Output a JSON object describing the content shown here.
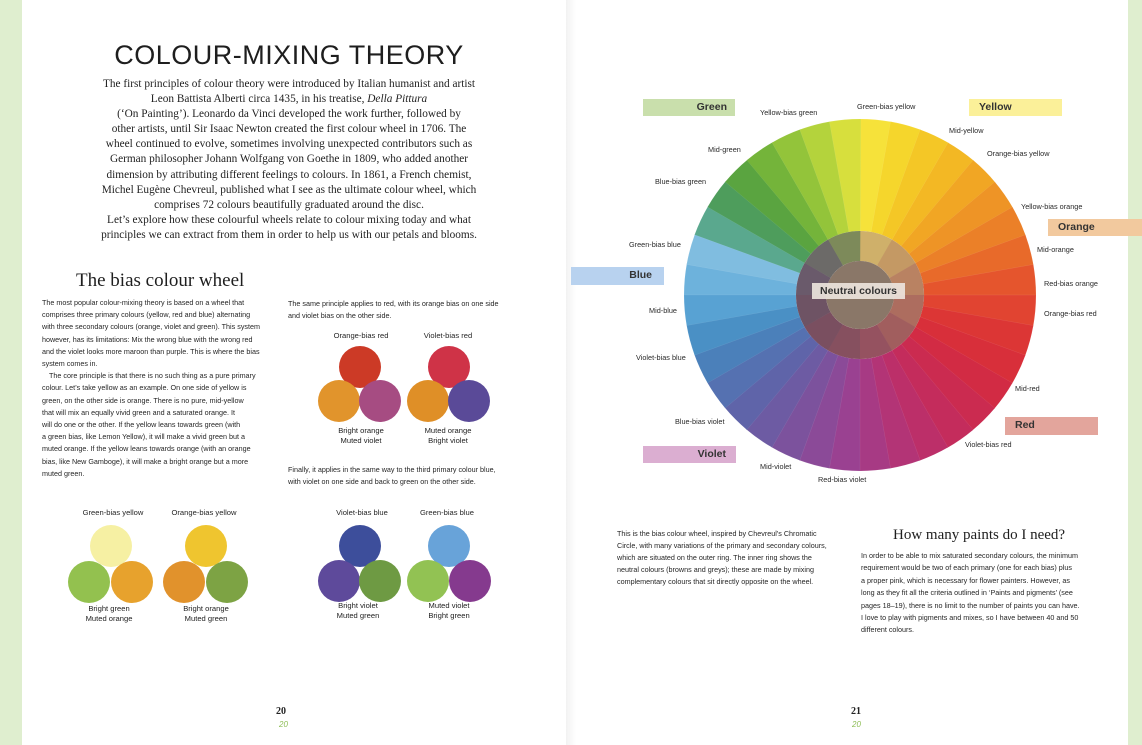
{
  "title": "COLOUR-MIXING THEORY",
  "intro": {
    "line_01": "The first principles of colour theory were introduced by Italian humanist and artist",
    "line_02a": "Leon Battista Alberti circa 1435, in his treatise, ",
    "line_02b": "Della Pittura",
    "line_03": "(‘On Painting’). Leonardo da Vinci developed the work further, followed by",
    "line_04": "other artists, until Sir Isaac Newton created the first colour wheel in 1706. The",
    "line_05": "wheel continued to evolve, sometimes involving unexpected contributors such as",
    "line_06": "German philosopher Johann Wolfgang von Goethe in 1809, who added another",
    "line_07": "dimension by attributing different feelings to colours. In 1861, a French chemist,",
    "line_08": "Michel Eugène Chevreul, published what I see as the ultimate colour wheel, which",
    "line_09": "comprises 72 colours beautifully graduated around the disc.",
    "line_10": "Let’s explore how these colourful wheels relate to colour mixing today and what",
    "line_11": "principles we can extract from them in order to help us with our petals and blooms."
  },
  "bias_section": {
    "heading": "The bias colour wheel",
    "col1_lines": [
      "The most popular colour-mixing theory is based on a wheel that",
      "comprises three primary colours (yellow, red and blue) alternating",
      "with three secondary colours (orange, violet and green). This system",
      "however, has its limitations: Mix the wrong blue with the wrong red",
      "and the violet looks more maroon than purple. This is where the bias",
      "system comes in.",
      "The core principle is that there is no such thing as a pure primary",
      "colour. Let’s take yellow as an example. On one side of yellow is",
      "green, on the other side is orange. There is no pure, mid-yellow",
      "that will mix an equally vivid green and a saturated orange. It",
      "will do one or the other. If the yellow leans towards green (with",
      "a green bias, like Lemon Yellow), it will make a vivid green but a",
      "muted orange. If the yellow leans towards orange (with an orange",
      "bias, like New Gamboge), it will make a bright orange but a more",
      "muted green."
    ],
    "col2_top_lines": [
      "The same principle applies to red, with its orange bias on one side",
      "and violet bias on the other side."
    ],
    "col2_bottom_lines": [
      "Finally, it applies in the same way to the third primary colour blue,",
      "with violet on one side and back to green on the other side."
    ]
  },
  "mixes": {
    "orange_bias_red": {
      "label": "Orange-bias red",
      "top": "#cc3a26",
      "left": "#e1942c",
      "right": "#a64c82",
      "cap1": "Bright orange",
      "cap2": "Muted violet"
    },
    "violet_bias_red": {
      "label": "Violet-bias red",
      "top": "#cf3347",
      "left": "#df8f27",
      "right": "#5a4a98",
      "cap1": "Muted orange",
      "cap2": "Bright violet"
    },
    "green_bias_yellow": {
      "label": "Green-bias yellow",
      "top": "#f6f0a3",
      "left": "#93c14f",
      "right": "#e7a22d",
      "cap1": "Bright green",
      "cap2": "Muted orange"
    },
    "orange_bias_yellow": {
      "label": "Orange-bias yellow",
      "top": "#efc52f",
      "left": "#e1922c",
      "right": "#7da344",
      "cap1": "Bright orange",
      "cap2": "Muted green"
    },
    "violet_bias_blue": {
      "label": "Violet-bias blue",
      "top": "#3d4e9b",
      "left": "#5e4a9b",
      "right": "#6e9a43",
      "cap1": "Bright violet",
      "cap2": "Muted green"
    },
    "green_bias_blue": {
      "label": "Green-bias blue",
      "top": "#68a3d9",
      "left": "#92c253",
      "right": "#853a8e",
      "cap1": "Muted violet",
      "cap2": "Bright green"
    }
  },
  "wheel": {
    "outer_colors": [
      "#f6e23a",
      "#f5d62c",
      "#f4c726",
      "#f3b824",
      "#f1a624",
      "#ee9426",
      "#eb8028",
      "#e86a2a",
      "#e5552d",
      "#e14431",
      "#dc3635",
      "#d82f3a",
      "#d22b44",
      "#cb2b50",
      "#c42c5c",
      "#bc2f69",
      "#b33476",
      "#a73a84",
      "#9a4191",
      "#8b4a98",
      "#7c529d",
      "#6d5ba3",
      "#5f64a9",
      "#5571b1",
      "#4b80ba",
      "#4a90c5",
      "#58a2d3",
      "#6db2dc",
      "#80bde0",
      "#5aa88e",
      "#4e9d5c",
      "#5aa440",
      "#74b43a",
      "#93c43a",
      "#b4d33c",
      "#d7df3d"
    ],
    "inner_colors": [
      "#cfb06a",
      "#c49964",
      "#b98262",
      "#ad6d5f",
      "#a15e5e",
      "#955260",
      "#86505f",
      "#7a4f60",
      "#6e5364",
      "#6a5a6b",
      "#6c6a68",
      "#7d8a5a"
    ],
    "center_color": "#8a7768",
    "neutral_label": "Neutral colours",
    "tags": {
      "green": "Green",
      "green_color": "#c9dfac",
      "yellow": "Yellow",
      "yellow_color": "#fbf099",
      "orange": "Orange",
      "orange_color": "#f2c99e",
      "blue": "Blue",
      "blue_color": "#b8d2ef",
      "red": "Red",
      "red_color": "#e3a59c",
      "violet": "Violet",
      "violet_color": "#dbaed1"
    },
    "labels": {
      "yellow_bias_green": "Yellow-bias green",
      "green_bias_yellow": "Green-bias yellow",
      "mid_yellow": "Mid-yellow",
      "orange_bias_yellow": "Orange-bias yellow",
      "mid_green": "Mid-green",
      "blue_bias_green": "Blue-bias green",
      "yellow_bias_orange": "Yellow-bias orange",
      "mid_orange": "Mid-orange",
      "green_bias_blue": "Green-bias blue",
      "red_bias_orange": "Red-bias orange",
      "mid_blue": "Mid-blue",
      "orange_bias_red": "Orange-bias red",
      "violet_bias_blue": "Violet-bias blue",
      "mid_red": "Mid-red",
      "blue_bias_violet": "Blue-bias violet",
      "violet_bias_red": "Violet-bias red",
      "mid_violet": "Mid-violet",
      "red_bias_violet": "Red-bias violet"
    }
  },
  "caption_lines": [
    "This is the bias colour wheel, inspired by Chevreul’s Chromatic",
    "Circle, with many variations of the primary and secondary colours,",
    "which are situated on the outer ring. The inner ring shows the",
    "neutral colours (browns and greys); these are made by mixing",
    "complementary colours that sit directly opposite on the wheel."
  ],
  "paints_section": {
    "heading": "How many paints do I need?",
    "lines": [
      "In order to be able to mix saturated secondary colours, the minimum",
      "requirement would be two of each primary (one for each bias) plus",
      "a proper pink, which is necessary for flower painters. However, as",
      "long as they fit all the criteria outlined in ‘Paints and pigments’ (see",
      "pages 18–19), there is no limit to the number of paints you can have.",
      "I love to play with pigments and mixes, so I have between 40 and 50",
      "different colours."
    ]
  },
  "folio": {
    "left": "20",
    "right": "21",
    "mark_left": "20",
    "mark_right": "20"
  }
}
